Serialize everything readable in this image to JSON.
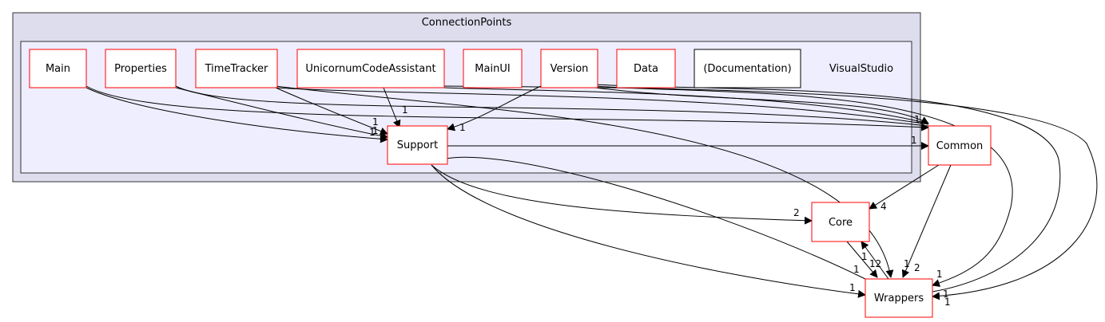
{
  "outer_cluster": {
    "label": "ConnectionPoints",
    "fill": "#ddddee",
    "stroke": "#333333"
  },
  "inner_cluster": {
    "label": "VisualStudio",
    "fill": "#eeeeff",
    "stroke": "#333333"
  },
  "colors": {
    "node_border": "#ff0000",
    "doc_border": "#000000",
    "node_fill": "#ffffff",
    "edge": "#000000"
  },
  "nodes": {
    "main": "Main",
    "properties": "Properties",
    "timetracker": "TimeTracker",
    "unicornum": "UnicornumCodeAssistant",
    "mainui": "MainUI",
    "version": "Version",
    "data": "Data",
    "documentation": "(Documentation)",
    "support": "Support",
    "common": "Common",
    "core": "Core",
    "wrappers": "Wrappers"
  },
  "edge_labels": {
    "main_support": "1",
    "properties_support": "1",
    "timetracker_support": "1",
    "unicornum_support": "1",
    "version_support": "1",
    "common_top": "1",
    "support_common": "1",
    "support_core": "2",
    "common_core": "4",
    "support_wrappers": "1",
    "core_wrappers_a": "1",
    "core_wrappers_b": "12",
    "wrappers_core": "1",
    "common_wrappers": "2",
    "timetracker_wrappers": "1",
    "version_wrappers_a": "1",
    "version_wrappers_b": "1",
    "right_wrappers": "1"
  }
}
